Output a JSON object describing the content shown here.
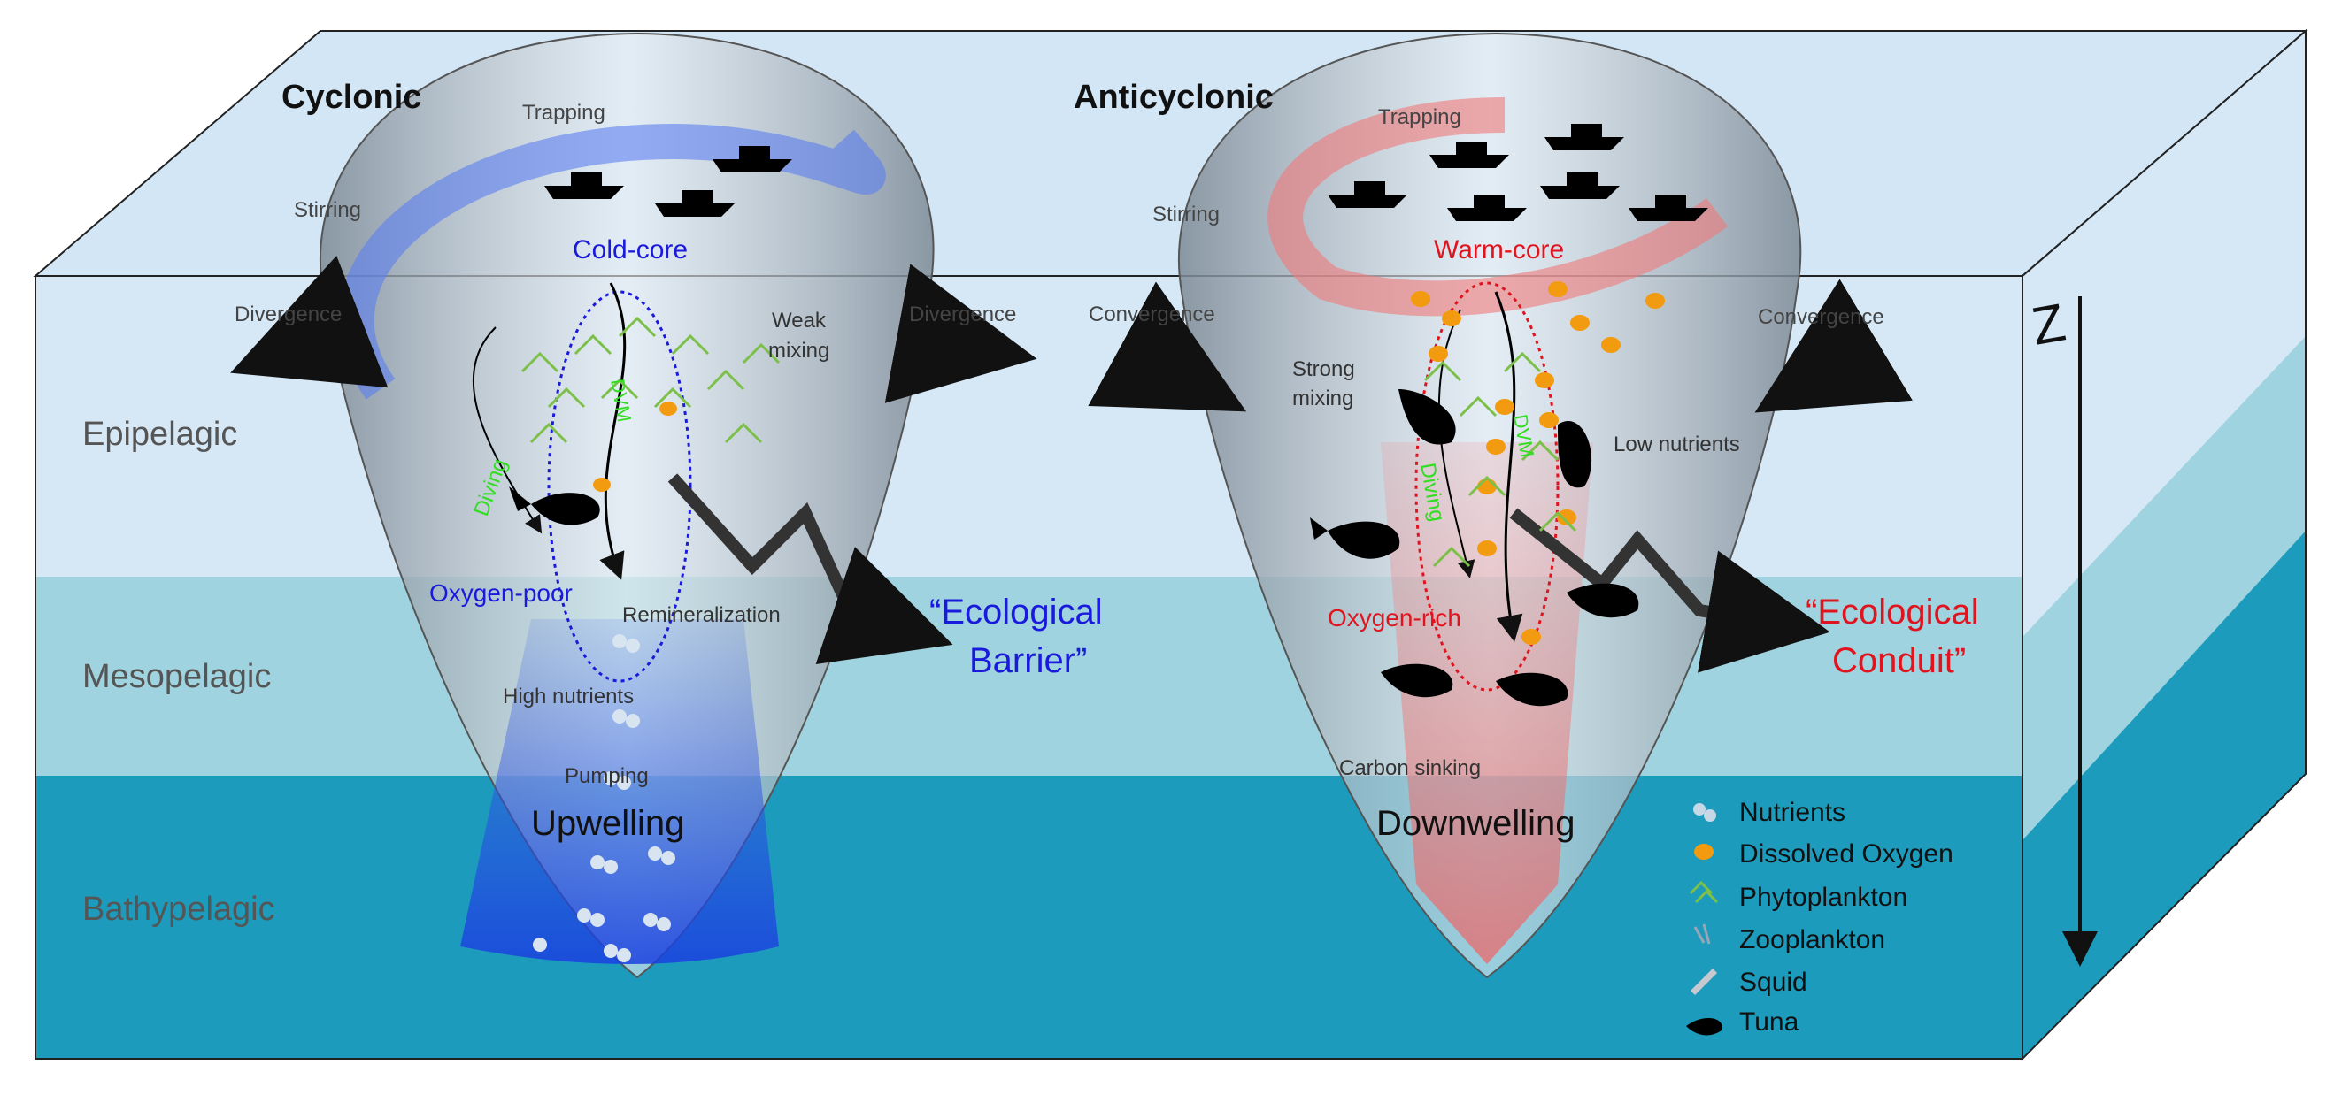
{
  "eddies": {
    "cyclonic": {
      "title": "Cyclonic",
      "core": "Cold-core",
      "trapping": "Trapping",
      "stirring": "Stirring",
      "divergence_left": "Divergence",
      "divergence_right": "Divergence",
      "weak_mixing_1": "Weak",
      "weak_mixing_2": "mixing",
      "diving": "Diving",
      "dvm": "DVM",
      "oxygen": "Oxygen-poor",
      "remineralization": "Remineralization",
      "high_nutrients": "High nutrients",
      "pumping": "Pumping",
      "flow": "Upwelling",
      "role_line1": "“Ecological",
      "role_line2": "Barrier”",
      "color": "#1a1adc"
    },
    "anticyclonic": {
      "title": "Anticyclonic",
      "core": "Warm-core",
      "trapping": "Trapping",
      "stirring": "Stirring",
      "convergence_left": "Convergence",
      "convergence_right": "Convergence",
      "strong_mixing_1": "Strong",
      "strong_mixing_2": "mixing",
      "low_nutrients": "Low nutrients",
      "diving": "Diving",
      "dvm": "DVM",
      "oxygen": "Oxygen-rich",
      "carbon": "Carbon sinking",
      "flow": "Downwelling",
      "role_line1": "“Ecological",
      "role_line2": "Conduit”",
      "color": "#e0141e"
    }
  },
  "layers": {
    "epipelagic": "Epipelagic",
    "mesopelagic": "Mesopelagic",
    "bathypelagic": "Bathypelagic"
  },
  "depth_axis": {
    "label": "Z"
  },
  "legend": [
    {
      "label": "Nutrients",
      "icon": "nutrients-icon"
    },
    {
      "label": "Dissolved Oxygen",
      "icon": "oxygen-icon"
    },
    {
      "label": "Phytoplankton",
      "icon": "phytoplankton-icon"
    },
    {
      "label": "Zooplankton",
      "icon": "zooplankton-icon"
    },
    {
      "label": "Squid",
      "icon": "squid-icon"
    },
    {
      "label": "Tuna",
      "icon": "tuna-icon"
    }
  ],
  "colors": {
    "epipelagic": "#d6e8f6",
    "mesopelagic": "#9fd3df",
    "bathypelagic": "#1c9bbd",
    "surface": "#cfe3f4",
    "cyclonic_accent": "#1a1adc",
    "anticyclonic_accent": "#e0141e",
    "diving_text": "#33dd22"
  }
}
